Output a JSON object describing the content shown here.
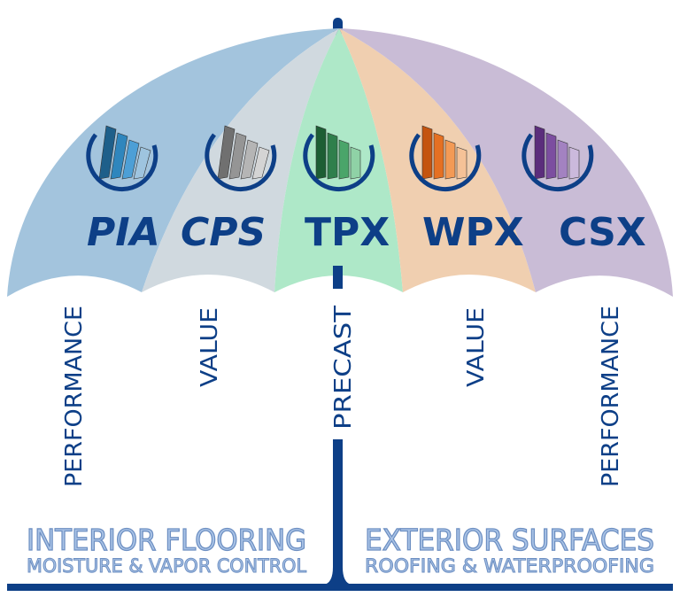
{
  "accent": "#0d3f87",
  "panels": [
    {
      "brand": "PIA",
      "label": "PERFORMANCE",
      "fill": "#a3c4dd",
      "italic": true,
      "bars": [
        "#1e5f8a",
        "#2f86bd",
        "#4d9fd6",
        "#9ec4df"
      ]
    },
    {
      "brand": "CPS",
      "label": "VALUE",
      "fill": "#d0d9df",
      "italic": true,
      "bars": [
        "#707070",
        "#959595",
        "#b5b5b5",
        "#d4d4d4"
      ]
    },
    {
      "brand": "TPX",
      "label": "PRECAST",
      "fill": "#aee8c8",
      "italic": false,
      "bars": [
        "#1d5e34",
        "#2f7f4c",
        "#4aa56a",
        "#8fd2a6"
      ]
    },
    {
      "brand": "WPX",
      "label": "VALUE",
      "fill": "#f0cfb0",
      "italic": false,
      "bars": [
        "#c4540f",
        "#e57022",
        "#f39a55",
        "#f5c297"
      ]
    },
    {
      "brand": "CSX",
      "label": "PERFORMANCE",
      "fill": "#c9bcd6",
      "italic": false,
      "bars": [
        "#5b2d7c",
        "#7c4ea0",
        "#a382c1",
        "#cbb9dc"
      ]
    }
  ],
  "footer": {
    "left": {
      "title": "INTERIOR FLOORING",
      "subtitle": "MOISTURE & VAPOR CONTROL"
    },
    "right": {
      "title": "EXTERIOR SURFACES",
      "subtitle": "ROOFING & WATERPROOFING"
    }
  }
}
